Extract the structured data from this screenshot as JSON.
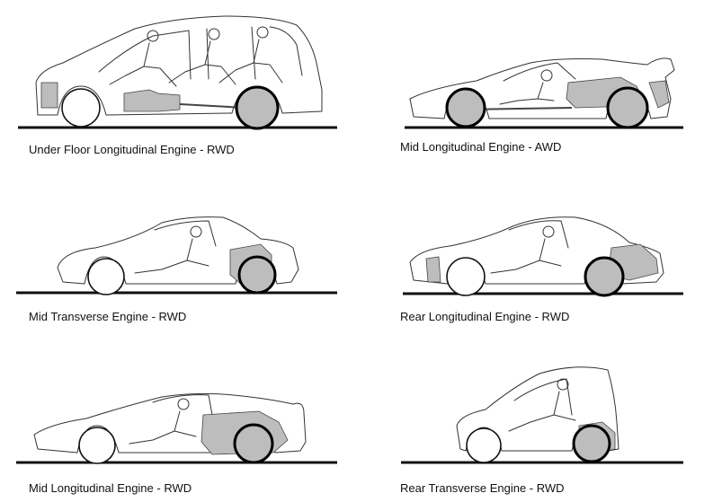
{
  "captions": [
    "Under Floor Longitudinal Engine - RWD",
    "Mid Longitudinal Engine - AWD",
    "Mid Transverse Engine - RWD",
    "Rear Longitudinal Engine - RWD",
    "Mid Longitudinal Engine - RWD",
    "Rear Transverse Engine - RWD"
  ],
  "colors": {
    "outline": "#333333",
    "engine": "#bdbdbd",
    "road": "#111111",
    "background": "#ffffff"
  }
}
